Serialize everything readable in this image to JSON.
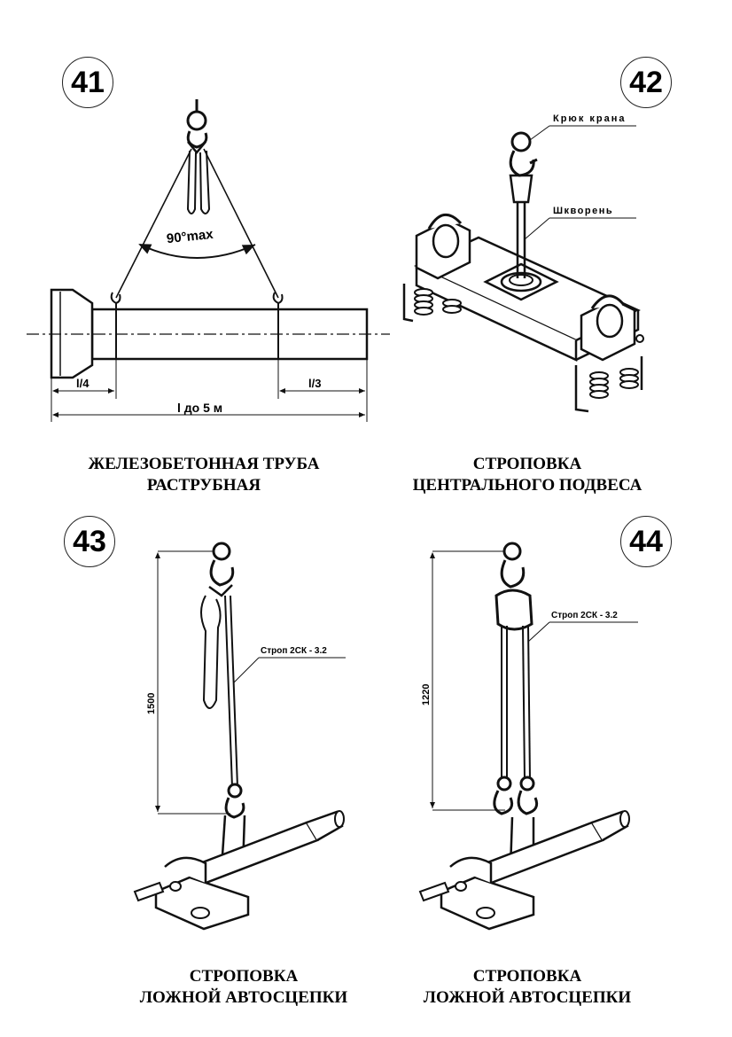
{
  "panels": [
    {
      "number": "41",
      "caption": [
        "ЖЕЛЕЗОБЕТОННАЯ ТРУБА",
        "РАСТРУБНАЯ"
      ],
      "labels": {
        "angle": "90°max",
        "left_dim": "l/4",
        "right_dim": "l/3",
        "total_dim": "l до 5 м"
      }
    },
    {
      "number": "42",
      "caption": [
        "СТРОПОВКА",
        "ЦЕНТРАЛЬНОГО ПОДВЕСА"
      ],
      "labels": {
        "hook": "Крюк крана",
        "pin": "Шкворень"
      }
    },
    {
      "number": "43",
      "caption": [
        "СТРОПОВКА",
        "ЛОЖНОЙ АВТОСЦЕПКИ"
      ],
      "labels": {
        "sling": "Строп 2СК - 3.2",
        "height": "1500"
      }
    },
    {
      "number": "44",
      "caption": [
        "СТРОПОВКА",
        "ЛОЖНОЙ АВТОСЦЕПКИ"
      ],
      "labels": {
        "sling": "Строп 2СК - 3.2",
        "height": "1220"
      }
    }
  ]
}
